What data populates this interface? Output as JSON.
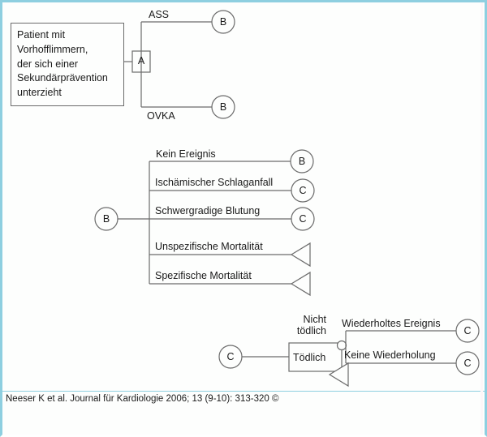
{
  "diagram": {
    "type": "decision-tree",
    "root_box": {
      "text": "Patient mit Vorhofflimmern, der sich einer Sekundärprävention unterzieht",
      "lines": [
        "Patient mit",
        "Vorhofflimmern,",
        "der sich einer",
        "Sekundärprävention",
        "unterzieht"
      ]
    },
    "sections": [
      {
        "id": "section-a",
        "decision_node": "A",
        "branches": [
          {
            "label": "ASS",
            "terminal_type": "circle",
            "terminal_label": "B"
          },
          {
            "label": "OVKA",
            "terminal_type": "circle",
            "terminal_label": "B"
          }
        ]
      },
      {
        "id": "section-b",
        "decision_node": "B",
        "branches": [
          {
            "label": "Kein Ereignis",
            "terminal_type": "circle",
            "terminal_label": "B"
          },
          {
            "label": "Ischämischer Schlaganfall",
            "terminal_type": "circle",
            "terminal_label": "C"
          },
          {
            "label": "Schwergradige Blutung",
            "terminal_type": "circle",
            "terminal_label": "C"
          },
          {
            "label": "Unspezifische Mortalität",
            "terminal_type": "triangle",
            "terminal_label": ""
          },
          {
            "label": "Spezifische Mortalität",
            "terminal_type": "triangle",
            "terminal_label": ""
          }
        ]
      },
      {
        "id": "section-c",
        "decision_node": "C",
        "branches": [
          {
            "label": "Nicht tödlich",
            "label_lines": [
              "Nicht",
              "tödlich"
            ],
            "terminal_type": "chance-node"
          },
          {
            "label": "Tödlich",
            "terminal_type": "triangle",
            "terminal_label": ""
          },
          {
            "label": "Wiederholtes Ereignis",
            "terminal_type": "circle",
            "terminal_label": "C"
          },
          {
            "label": "Keine Wiederholung",
            "terminal_type": "circle",
            "terminal_label": "C"
          }
        ]
      }
    ],
    "colors": {
      "border": "#8ecfe0",
      "background": "#fdfefd",
      "line": "#6b6b6b",
      "text": "#1a1a1a"
    }
  },
  "footer": {
    "citation": "Neeser K et al. Journal für Kardiologie 2006; 13 (9-10): 313-320 ©"
  }
}
